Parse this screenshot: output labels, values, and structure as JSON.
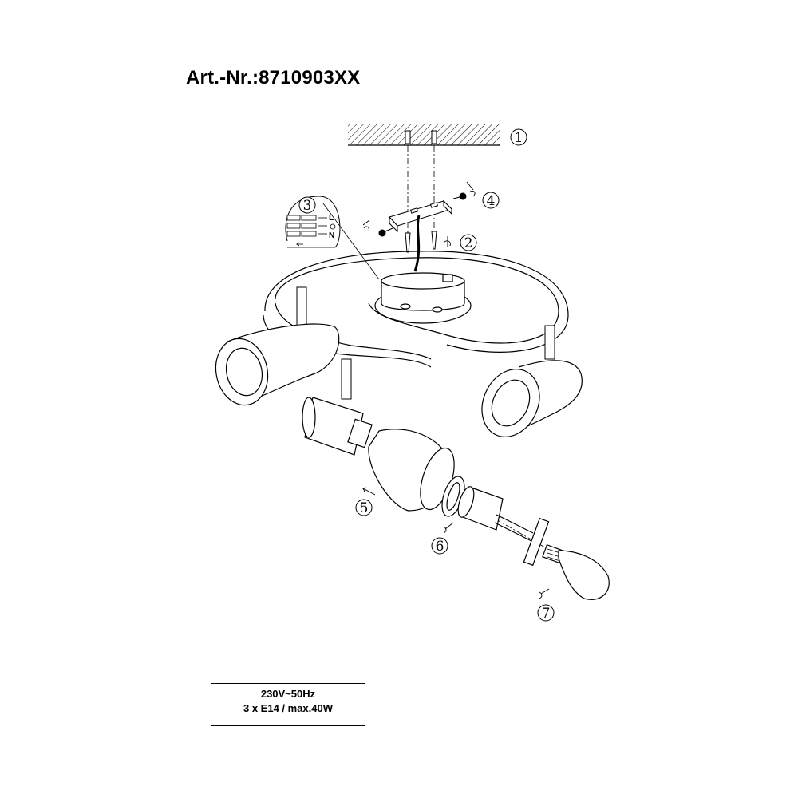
{
  "header": {
    "article_number": "Art.-Nr.:8710903XX"
  },
  "callouts": {
    "c1": "1",
    "c2": "2",
    "c3": "3",
    "c4": "4",
    "c5": "5",
    "c6": "6",
    "c7": "7"
  },
  "wiring": {
    "live": "L",
    "neutral": "N"
  },
  "specs": {
    "voltage": "230V~50Hz",
    "bulbs": "3 x E14 / max.40W"
  }
}
